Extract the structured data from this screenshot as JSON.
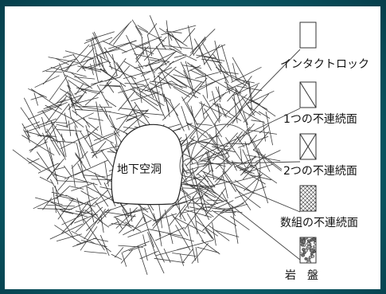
{
  "cavity_label": "地下空洞",
  "legend": [
    {
      "id": "intact",
      "label": "インタクトロック",
      "symbol": "blank"
    },
    {
      "id": "one-set",
      "label": "1つの不連続面",
      "symbol": "single-diagonal"
    },
    {
      "id": "two-sets",
      "label": "2つの不連続面",
      "symbol": "cross"
    },
    {
      "id": "several-sets",
      "label": "数組の不連続面",
      "symbol": "hatched"
    },
    {
      "id": "rock-mass",
      "label": "岩　盤",
      "symbol": "granular"
    }
  ],
  "colors": {
    "frame": "#0d5f6a",
    "line": "#333333",
    "panel": "#ffffff"
  }
}
